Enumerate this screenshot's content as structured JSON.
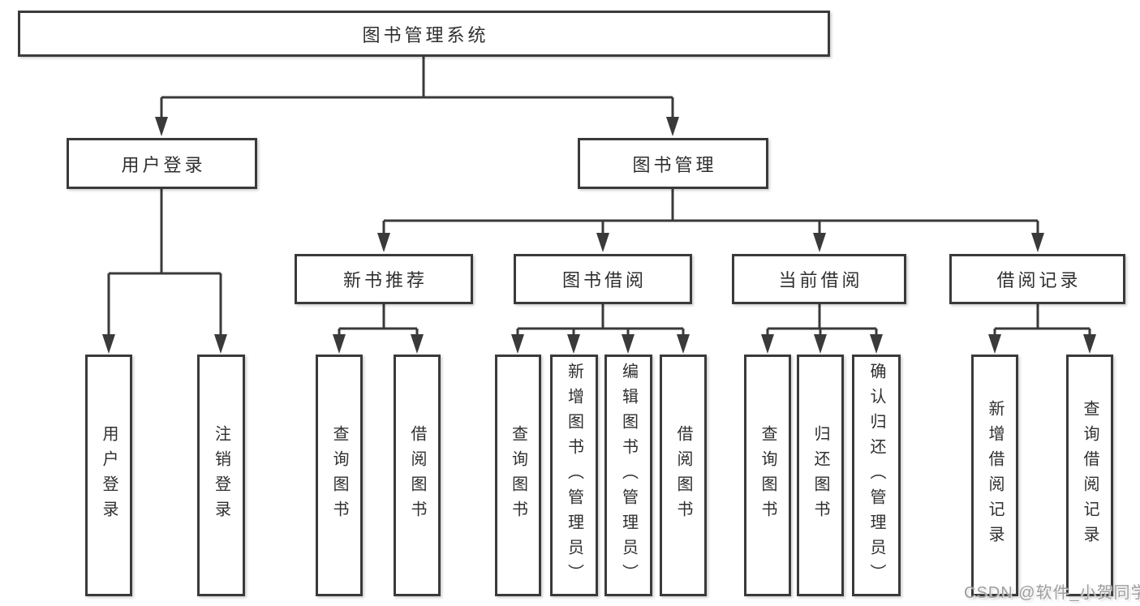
{
  "root_label": "图书管理系统",
  "level2": {
    "user_login": "用户登录",
    "book_management": "图书管理"
  },
  "level3": {
    "new_book_recommend": "新书推荐",
    "book_borrow": "图书借阅",
    "current_borrow": "当前借阅",
    "borrow_record": "借阅记录"
  },
  "leaves": {
    "user_login": "用户登录",
    "logout": "注销登录",
    "recommend_query_book": "查询图书",
    "recommend_borrow_book": "借阅图书",
    "borrow_query_book": "查询图书",
    "borrow_add_book_admin": "新增图书（管理员）",
    "borrow_edit_book_admin": "编辑图书（管理员）",
    "borrow_borrow_book": "借阅图书",
    "current_query_book": "查询图书",
    "current_return_book": "归还图书",
    "current_confirm_return_admin": "确认归还（管理员）",
    "record_add_record": "新增借阅记录",
    "record_query_record": "查询借阅记录"
  },
  "watermark": "CSDN @软件_小贺同学",
  "colors": {
    "line": "#3a3a3a",
    "text": "#2f2f2f",
    "background": "#ffffff",
    "watermark": "#9e9e9e"
  }
}
